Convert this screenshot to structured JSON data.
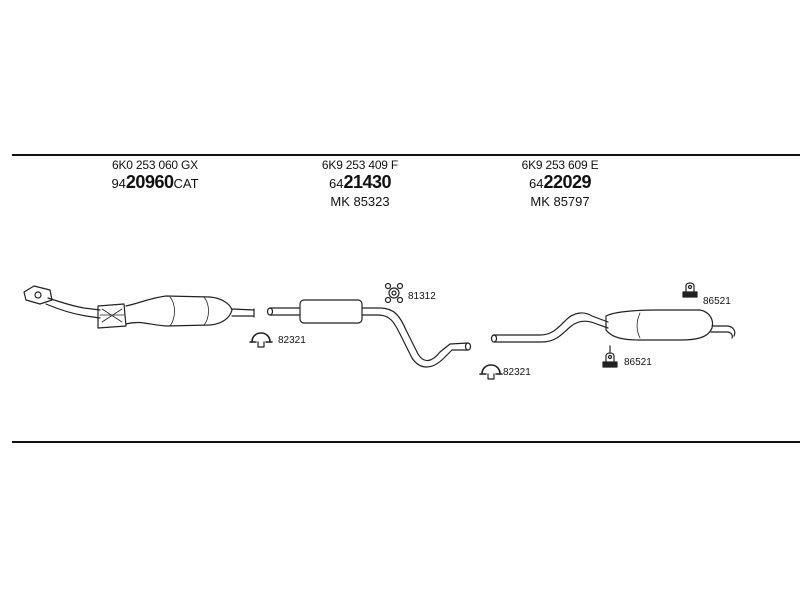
{
  "parts": [
    {
      "oe_number": "6K0 253 060 GX",
      "code_prefix": "94",
      "code_main": "20960",
      "code_suffix": "CAT",
      "mk_line": ""
    },
    {
      "oe_number": "6K9 253 409 F",
      "code_prefix": "64",
      "code_main": "21430",
      "code_suffix": "",
      "mk_line": "MK  85323"
    },
    {
      "oe_number": "6K9 253 609 E",
      "code_prefix": "64",
      "code_main": "22029",
      "code_suffix": "",
      "mk_line": "MK  85797"
    }
  ],
  "accessories": [
    {
      "code": "82321",
      "icon": "clamp-icon"
    },
    {
      "code": "81312",
      "icon": "gasket-icon"
    },
    {
      "code": "82321",
      "icon": "clamp-icon"
    },
    {
      "code": "86521",
      "icon": "rubber-mount-icon"
    },
    {
      "code": "86521",
      "icon": "rubber-mount-icon"
    }
  ]
}
